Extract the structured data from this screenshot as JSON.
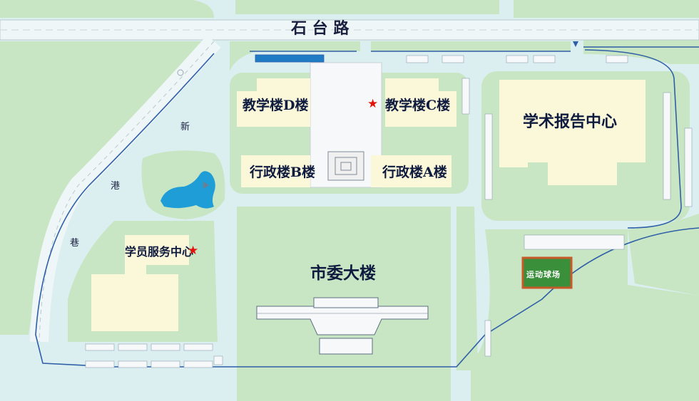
{
  "colors": {
    "background": "#dbeef0",
    "lawn": "#c8e6c4",
    "road": "#e9f4f6",
    "building": "#fbf8d9",
    "plaza": "#f6f8fa",
    "water": "#1e9dd6",
    "boundary": "#2f5fa7",
    "marker": "#e3120b",
    "court": "#3a8f3a"
  },
  "roads": {
    "main_road": "石 台 路",
    "side_road_chars": [
      "新",
      "港",
      "巷"
    ]
  },
  "buildings": [
    {
      "id": "teaching_d",
      "label": "教学楼D楼",
      "starred": false
    },
    {
      "id": "teaching_c",
      "label": "教学楼C楼",
      "starred": true
    },
    {
      "id": "admin_b",
      "label": "行政楼B楼",
      "starred": false
    },
    {
      "id": "admin_a",
      "label": "行政楼A楼",
      "starred": false
    },
    {
      "id": "academic_center",
      "label": "学术报告中心",
      "starred": false
    },
    {
      "id": "student_service",
      "label": "学员服务中心",
      "starred": true
    },
    {
      "id": "municipal_building",
      "label": "市委大楼",
      "starred": false
    }
  ],
  "sports_court": {
    "label": "运动球场"
  },
  "marker_icon": "red-star-icon"
}
